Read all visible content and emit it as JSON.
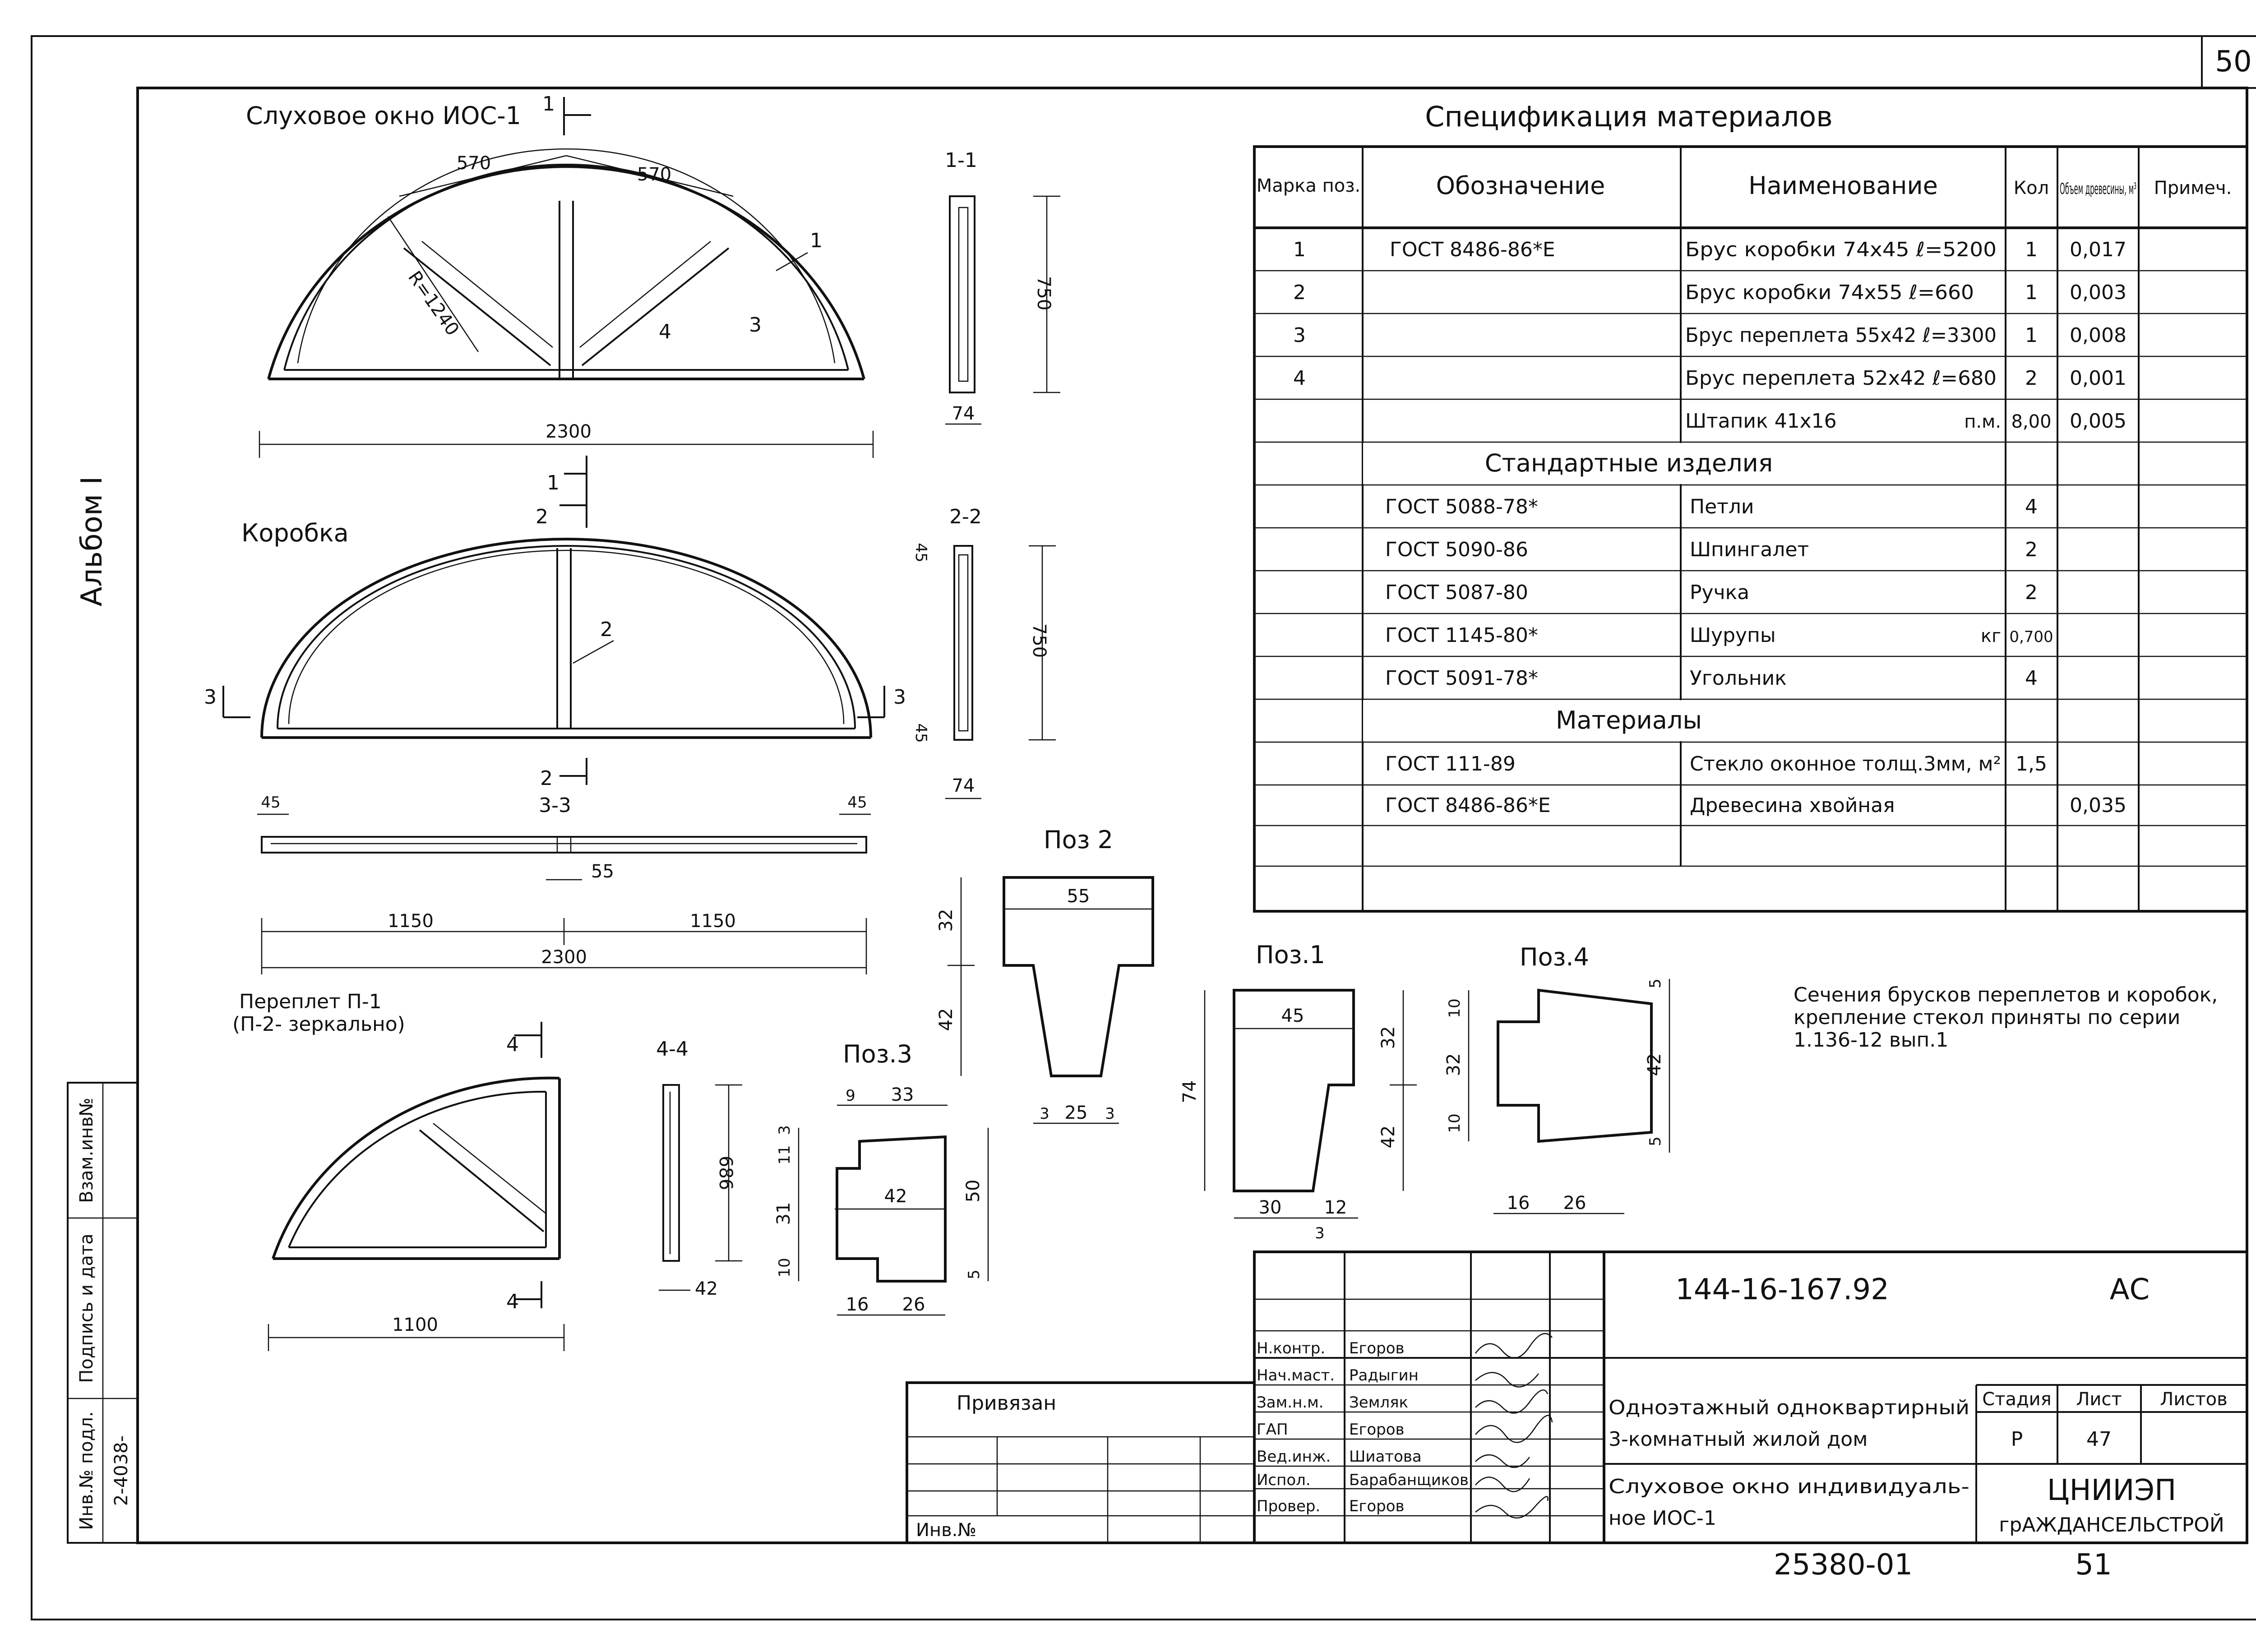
{
  "sheet": {
    "page_number": "50",
    "album": "Альбом I",
    "bottom_code": "25380-01",
    "bottom_page": "51",
    "inv_label": "Инв.№ подл.",
    "inv_value": "2-4038-",
    "sign_label": "Подпись и дата",
    "vzam_label": "Взам.инв№"
  },
  "views": {
    "window_title": "Слуховое окно ИОС-1",
    "box_title": "Коробка",
    "sash_title_1": "Переплет П-1",
    "sash_title_2": "(П-2- зеркально)",
    "section_11": "1-1",
    "section_22": "2-2",
    "section_33": "3-3",
    "section_44": "4-4",
    "pos1": "Поз.1",
    "pos2": "Поз 2",
    "pos3": "Поз.3",
    "pos4": "Поз.4",
    "callout_1": "1",
    "callout_2": "2",
    "callout_3": "3",
    "callout_4": "4",
    "cut_1": "1",
    "cut_2": "2",
    "cut_3": "3",
    "cut_4": "4"
  },
  "dims": {
    "d570a": "570",
    "d570b": "570",
    "radius": "R=1240",
    "d2300a": "2300",
    "d750a": "750",
    "d74a": "74",
    "d45a": "45",
    "d750b": "750",
    "d45b": "45",
    "d74b": "74",
    "d45c": "45",
    "d45d": "45",
    "d55a": "55",
    "d1150a": "1150",
    "d1150b": "1150",
    "d2300b": "2300",
    "d686": "686",
    "d42a": "42",
    "d1100": "1100",
    "p2_55": "55",
    "p2_32": "32",
    "p2_42": "42",
    "p2_3a": "3",
    "p2_25": "25",
    "p2_3b": "3",
    "p1_45": "45",
    "p1_74": "74",
    "p1_32": "32",
    "p1_42": "42",
    "p1_30": "30",
    "p1_12": "12",
    "p1_3": "3",
    "p4_10a": "10",
    "p4_32": "32",
    "p4_10b": "10",
    "p4_5a": "5",
    "p4_42": "42",
    "p4_5b": "5",
    "p4_16": "16",
    "p4_26": "26",
    "p3_9": "9",
    "p3_33": "33",
    "p3_3": "3",
    "p3_11": "11",
    "p3_31": "31",
    "p3_10": "10",
    "p3_42": "42",
    "p3_50": "50",
    "p3_5": "5",
    "p3_16": "16",
    "p3_26": "26"
  },
  "note": {
    "line1": "Сечения брусков переплетов и коробок,",
    "line2": "крепление стекол приняты по серии",
    "line3": "1.136-12 вып.1"
  },
  "spec": {
    "title": "Спецификация материалов",
    "headers": {
      "mark": "Марка поз.",
      "designation": "Обозначение",
      "name": "Наименование",
      "qty": "Кол",
      "volume": "Объем древесины, м³",
      "remark": "Примеч."
    },
    "rows": [
      {
        "mark": "1",
        "designation": "ГОСТ 8486-86*Е",
        "name": "Брус коробки 74х45   ℓ=5200",
        "qty": "1",
        "volume": "0,017",
        "remark": ""
      },
      {
        "mark": "2",
        "designation": "",
        "name": "Брус коробки 74х55   ℓ=660",
        "qty": "1",
        "volume": "0,003",
        "remark": ""
      },
      {
        "mark": "3",
        "designation": "",
        "name": "Брус переплета 55х42  ℓ=3300",
        "qty": "1",
        "volume": "0,008",
        "remark": ""
      },
      {
        "mark": "4",
        "designation": "",
        "name": "Брус переплета 52х42  ℓ=680",
        "qty": "2",
        "volume": "0,001",
        "remark": ""
      },
      {
        "mark": "",
        "designation": "",
        "name": "Штапик 41х16",
        "unit": "п.м.",
        "qty": "8,00",
        "volume": "0,005",
        "remark": ""
      }
    ],
    "section_standard": "Стандартные изделия",
    "standard": [
      {
        "designation": "ГОСТ 5088-78*",
        "name": "Петли",
        "qty": "4"
      },
      {
        "designation": "ГОСТ 5090-86",
        "name": "Шпингалет",
        "qty": "2"
      },
      {
        "designation": "ГОСТ 5087-80",
        "name": "Ручка",
        "qty": "2"
      },
      {
        "designation": "ГОСТ 1145-80*",
        "name": "Шурупы",
        "unit": "кг",
        "qty": "0,700"
      },
      {
        "designation": "ГОСТ 5091-78*",
        "name": "Угольник",
        "qty": "4"
      }
    ],
    "section_materials": "Материалы",
    "materials": [
      {
        "designation": "ГОСТ 111-89",
        "name": "Стекло оконное толщ.3мм, м²",
        "qty": "1,5",
        "volume": ""
      },
      {
        "designation": "ГОСТ 8486-86*Е",
        "name": "Древесина хвойная",
        "qty": "",
        "volume": "0,035"
      }
    ]
  },
  "stamp": {
    "code": "144-16-167.92",
    "mark": "АС",
    "roles": [
      "Н.контр.",
      "Нач.маст.",
      "Зам.н.м.",
      "ГАП",
      "Вед.инж.",
      "Испол.",
      "Провер."
    ],
    "names": [
      "Егоров",
      "Радыгин",
      "Земляк",
      "Егоров",
      "Шиатова",
      "Барабанщиков",
      "Егоров"
    ],
    "privyazan": "Привязан",
    "inv_no": "Инв.№",
    "object_1": "Одноэтажный одноквартирный",
    "object_2": "3-комнатный жилой дом",
    "sheet_title_1": "Слуховое окно индивидуаль-",
    "sheet_title_2": "ное ИОС-1",
    "stage_label": "Стадия",
    "sheet_label": "Лист",
    "sheets_label": "Листов",
    "stage": "Р",
    "sheet_no": "47",
    "org_1": "ЦНИИЭП",
    "org_2": "грАЖДАНСЕЛЬСТРОЙ"
  },
  "colors": {
    "ink": "#111111",
    "paper": "#ffffff"
  }
}
